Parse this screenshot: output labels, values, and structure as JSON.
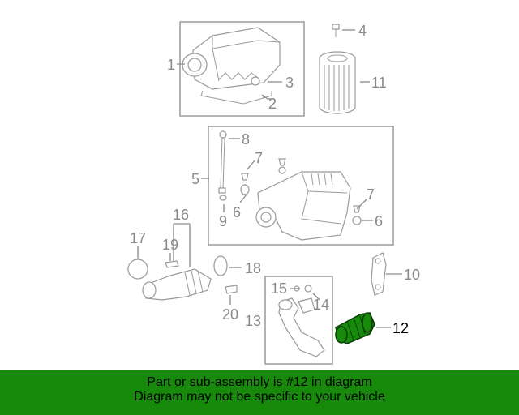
{
  "diagram": {
    "highlight_color": "#178a0c",
    "callouts": [
      {
        "id": "1",
        "text": "1"
      },
      {
        "id": "2",
        "text": "2"
      },
      {
        "id": "3",
        "text": "3"
      },
      {
        "id": "4",
        "text": "4"
      },
      {
        "id": "5",
        "text": "5"
      },
      {
        "id": "6a",
        "text": "6"
      },
      {
        "id": "6b",
        "text": "6"
      },
      {
        "id": "7a",
        "text": "7"
      },
      {
        "id": "7b",
        "text": "7"
      },
      {
        "id": "8",
        "text": "8"
      },
      {
        "id": "9",
        "text": "9"
      },
      {
        "id": "10",
        "text": "10"
      },
      {
        "id": "11",
        "text": "11"
      },
      {
        "id": "12",
        "text": "12"
      },
      {
        "id": "13",
        "text": "13"
      },
      {
        "id": "14",
        "text": "14"
      },
      {
        "id": "15",
        "text": "15"
      },
      {
        "id": "16",
        "text": "16"
      },
      {
        "id": "17",
        "text": "17"
      },
      {
        "id": "18",
        "text": "18"
      },
      {
        "id": "19",
        "text": "19"
      },
      {
        "id": "20",
        "text": "20"
      }
    ]
  },
  "banner": {
    "line1": "Part or sub-assembly is #12 in diagram",
    "line2": "Diagram may not be specific to your vehicle",
    "background": "#178a0c"
  }
}
